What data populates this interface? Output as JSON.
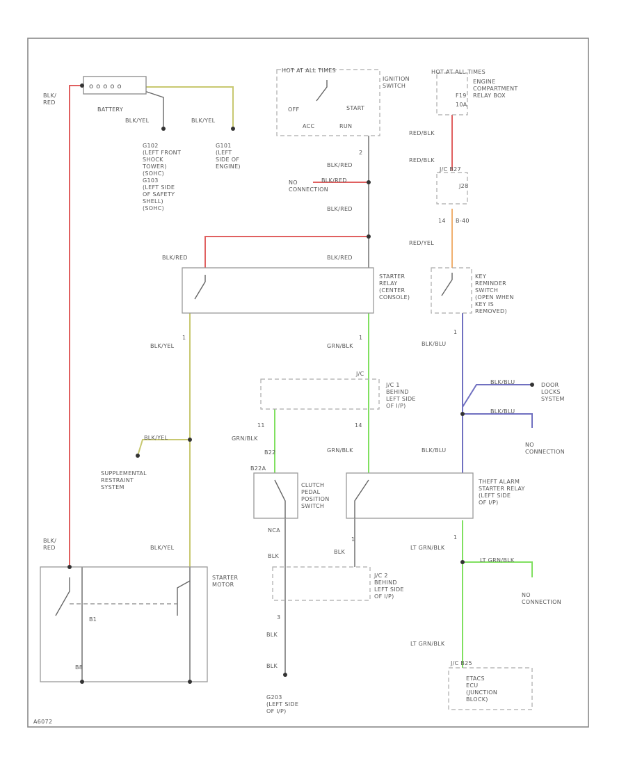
{
  "colors": {
    "red": "#e06060",
    "yellow": "#c8c870",
    "green": "#80e060",
    "blue": "#7070c0",
    "orange": "#f0b070",
    "black": "#444444",
    "frame": "#888888"
  },
  "labels": {
    "battery": "BATTERY",
    "blk_red_left": [
      "BLK/",
      "RED"
    ],
    "blk_yel_bat1": "BLK/YEL",
    "blk_yel_bat2": "BLK/YEL",
    "g102": [
      "G102",
      "(LEFT FRONT",
      "SHOCK",
      "TOWER)",
      "(SOHC)",
      "G103",
      "(LEFT SIDE",
      "OF SAFETY",
      "SHELL)",
      "(SOHC)"
    ],
    "g101": [
      "G101",
      "(LEFT",
      "SIDE OF",
      "ENGINE)"
    ],
    "hot_all_times_ign": "HOT AT ALL TIMES",
    "ignition_switch": [
      "IGNITION",
      "SWITCH"
    ],
    "off": "OFF",
    "start": "START",
    "acc": "ACC",
    "run": "RUN",
    "pin_ign_out": "2",
    "blk_red_1": "BLK/RED",
    "no_connection_1": [
      "NO",
      "CONNECTION"
    ],
    "blk_red_nc": "BLK/RED",
    "blk_red_2": "BLK/RED",
    "blk_red_3": "BLK/RED",
    "blk_red_4": "BLK/RED",
    "starter_relay": [
      "STARTER",
      "RELAY",
      "(CENTER",
      "CONSOLE)"
    ],
    "pin_sr_left": "1",
    "pin_sr_right": "1",
    "blk_yel_sr": "BLK/YEL",
    "grn_blk_sr": "GRN/BLK",
    "hot_all_times_eng": "HOT AT ALL TIMES",
    "engine_comp_relay_box": [
      "ENGINE",
      "COMPARTMENT",
      "RELAY BOX"
    ],
    "fuse_f19": "F19",
    "fuse_amp": "10A",
    "red_blk_1": "RED/BLK",
    "red_blk_2": "RED/BLK",
    "jc_b27": "J/C B27",
    "j28": "J28",
    "pin_b40_a": "14",
    "b40": "B-40",
    "red_yel": "RED/YEL",
    "key_reminder": [
      "KEY",
      "REMINDER",
      "SWITCH",
      "(OPEN WHEN",
      "KEY IS",
      "REMOVED)"
    ],
    "pin_key": "1",
    "blk_blu_key": "BLK/BLU",
    "blk_blu_door": "BLK/BLU",
    "door_locks": [
      "DOOR",
      "LOCKS",
      "SYSTEM"
    ],
    "blk_blu_nc": "BLK/BLU",
    "no_connection_2": [
      "NO",
      "CONNECTION"
    ],
    "blk_blu_ta": "BLK/BLU",
    "jc1_ref": "J/C",
    "jc1": [
      "J/C 1",
      "BEHIND",
      "LEFT SIDE",
      "OF I/P)"
    ],
    "pin_jc1_l": "11",
    "pin_jc1_r": "14",
    "grn_blk_clutch": "GRN/BLK",
    "grn_blk_ta": "GRN/BLK",
    "blk_yel_srs": "BLK/YEL",
    "srs": [
      "SUPPLEMENTAL",
      "RESTRAINT",
      "SYSTEM"
    ],
    "clutch_pin": "B22",
    "clutch_conn": "B22A",
    "clutch_switch": [
      "CLUTCH",
      "PEDAL",
      "POSITION",
      "SWITCH"
    ],
    "theft_alarm": [
      "THEFT ALARM",
      "STARTER RELAY",
      "(LEFT SIDE",
      "OF I/P)"
    ],
    "blk_red_left2": [
      "BLK/",
      "RED"
    ],
    "blk_yel_motor": "BLK/YEL",
    "starter_motor": [
      "STARTER",
      "MOTOR"
    ],
    "blk_clutch_1": "NCA",
    "blk_clutch_2": "BLK",
    "blk_ta": "BLK",
    "pin_ta_b": "1",
    "jc2": [
      "J/C 2",
      "BEHIND",
      "LEFT SIDE",
      "OF I/P)"
    ],
    "pin_jc2": "3",
    "blk_g1": "BLK",
    "blk_g2": "BLK",
    "g203": [
      "G203",
      "(LEFT SIDE",
      "OF I/P)"
    ],
    "lt_grn_blk_1": "LT GRN/BLK",
    "lt_grn_blk_nc": "LT GRN/BLK",
    "no_connection_3": [
      "NO",
      "CONNECTION"
    ],
    "lt_grn_blk_2": "LT GRN/BLK",
    "pin_ta_out": "1",
    "jc_etacs": "J/C B25",
    "etacs": [
      "ETACS",
      "ECU",
      "(JUNCTION",
      "BLOCK)"
    ],
    "ref_code": "A6072",
    "srs_pin": "B1",
    "motor_pin": "B8"
  }
}
